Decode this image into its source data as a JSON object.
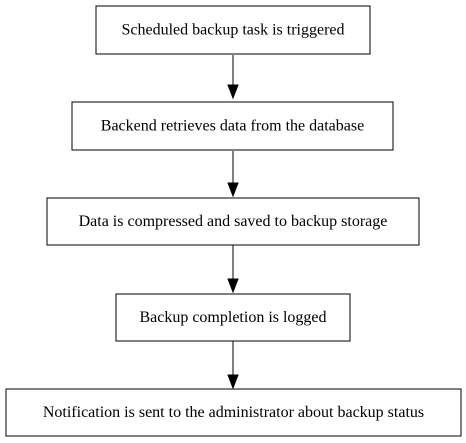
{
  "diagram": {
    "type": "flowchart",
    "direction": "top-to-bottom",
    "nodes": [
      {
        "id": "n1",
        "label": "Scheduled backup task is triggered"
      },
      {
        "id": "n2",
        "label": "Backend retrieves data from the database"
      },
      {
        "id": "n3",
        "label": "Data is compressed and saved to backup storage"
      },
      {
        "id": "n4",
        "label": "Backup completion is logged"
      },
      {
        "id": "n5",
        "label": "Notification is sent to the administrator about backup status"
      }
    ],
    "edges": [
      {
        "from": "n1",
        "to": "n2"
      },
      {
        "from": "n2",
        "to": "n3"
      },
      {
        "from": "n3",
        "to": "n4"
      },
      {
        "from": "n4",
        "to": "n5"
      }
    ],
    "colors": {
      "stroke": "#000000",
      "fill": "#ffffff",
      "text": "#000000"
    }
  }
}
